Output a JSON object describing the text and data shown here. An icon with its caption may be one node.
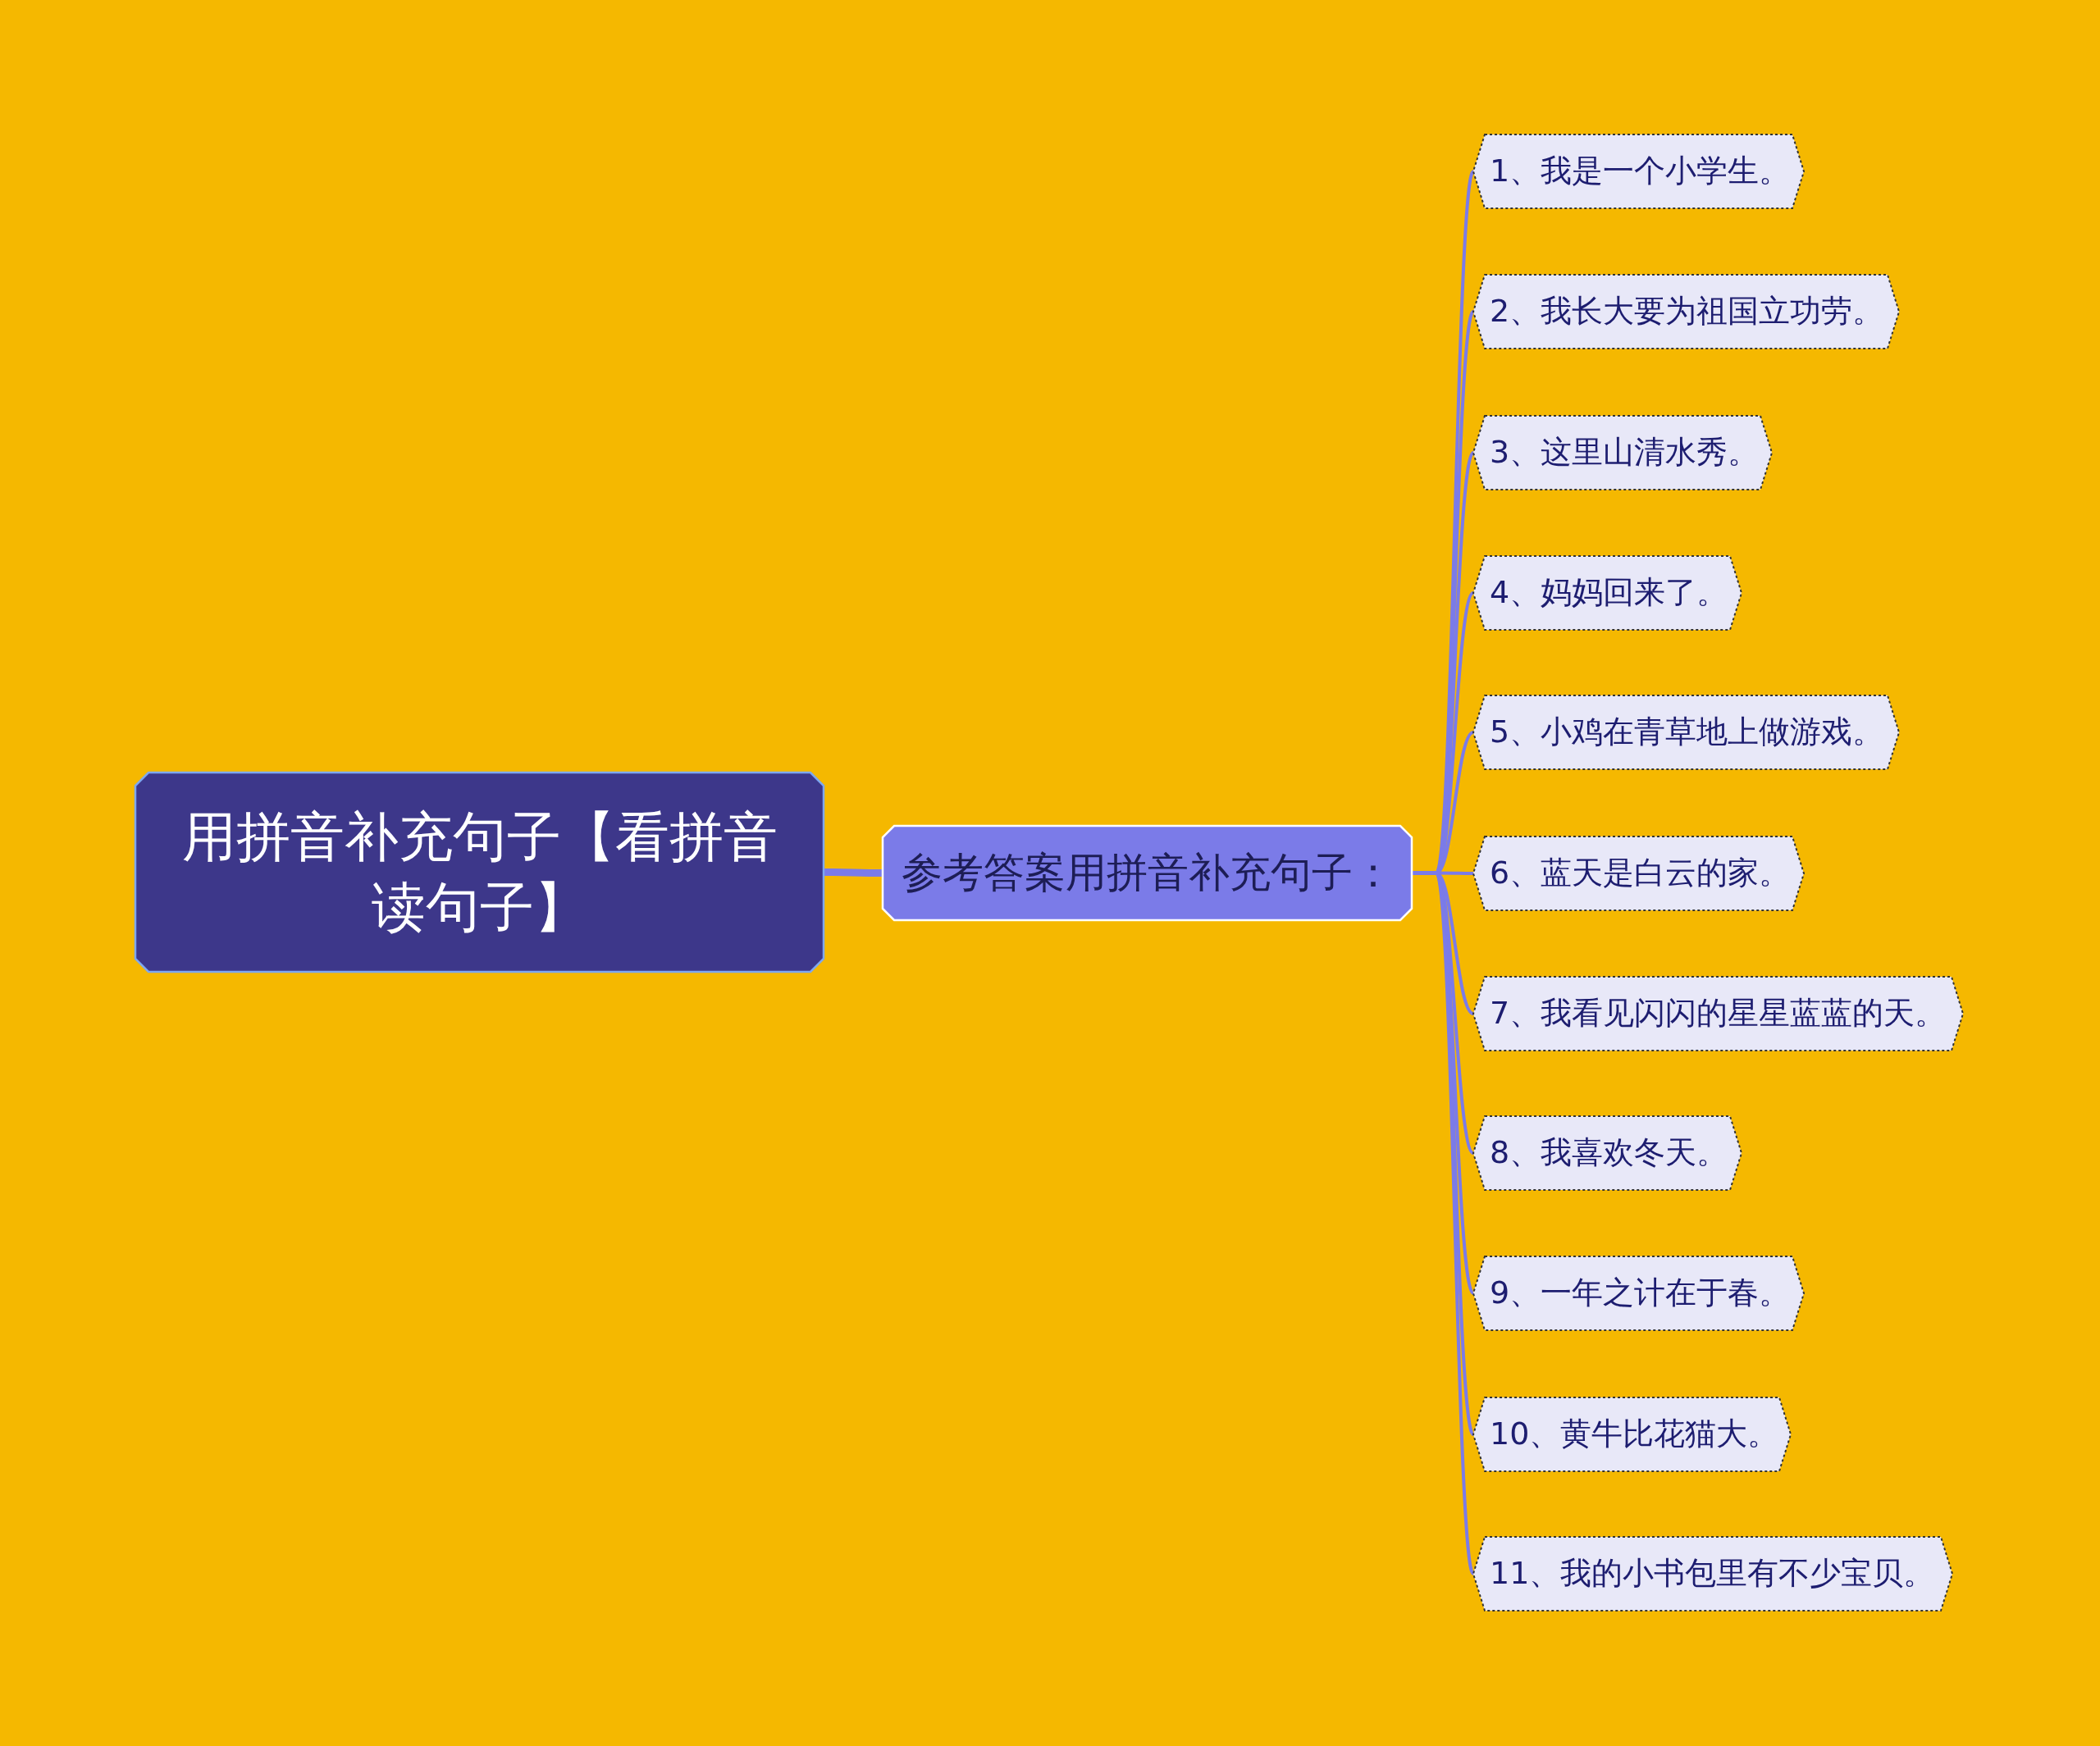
{
  "diagram": {
    "nodes": [
      {
        "text": [
          "用拼音补充句子【看拼音读句子】"
        ]
      },
      {
        "text": [
          "参考答案用拼音补充句子："
        ]
      },
      {
        "text": [
          "1、我是一个小学生。"
        ]
      },
      {
        "text": [
          "2、我长大要为祖国立功劳。"
        ]
      },
      {
        "text": [
          "3、这里山清水秀。"
        ]
      },
      {
        "text": [
          "4、妈妈回来了。"
        ]
      },
      {
        "text": [
          "5、小鸡在青草地上做游戏。"
        ]
      },
      {
        "text": [
          "6、蓝天是白云的家。"
        ]
      },
      {
        "text": [
          "7、我看见闪闪的星星蓝蓝的天。"
        ]
      },
      {
        "text": [
          "8、我喜欢冬天。"
        ]
      },
      {
        "text": [
          "9、一年之计在于春。"
        ]
      },
      {
        "text": [
          "10、黄牛比花猫大。"
        ]
      },
      {
        "text": [
          "11、我的小书包里有不少宝贝。"
        ]
      }
    ],
    "edges": [
      {
        "from": 0,
        "to": 1,
        "arrow": "none",
        "style": "thick"
      },
      {
        "from": 1,
        "to": 2,
        "arrow": "none"
      },
      {
        "from": 1,
        "to": 3,
        "arrow": "none"
      },
      {
        "from": 1,
        "to": 4,
        "arrow": "none"
      },
      {
        "from": 1,
        "to": 5,
        "arrow": "none"
      },
      {
        "from": 1,
        "to": 6,
        "arrow": "none"
      },
      {
        "from": 1,
        "to": 7,
        "arrow": "none"
      },
      {
        "from": 1,
        "to": 8,
        "arrow": "none"
      },
      {
        "from": 1,
        "to": 9,
        "arrow": "none"
      },
      {
        "from": 1,
        "to": 10,
        "arrow": "none"
      },
      {
        "from": 1,
        "to": 11,
        "arrow": "none"
      },
      {
        "from": 1,
        "to": 12,
        "arrow": "none"
      }
    ]
  }
}
